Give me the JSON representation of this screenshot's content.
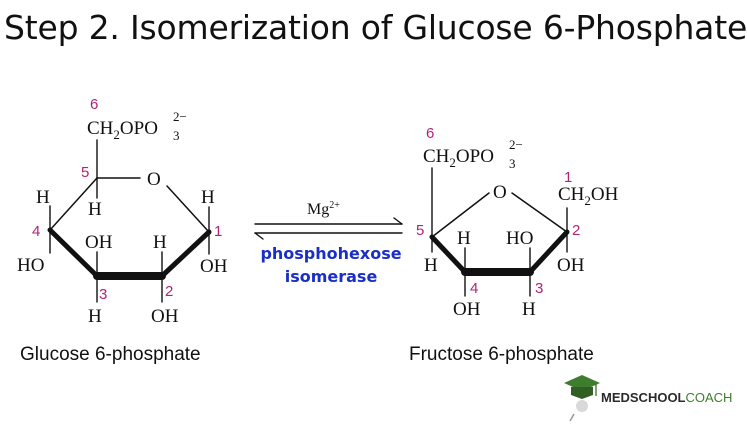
{
  "title": "Step 2. Isomerization of Glucose 6-Phosphate",
  "reaction": {
    "cofactor": "Mg",
    "cofactor_charge": "2+",
    "enzyme_line1": "phosphohexose",
    "enzyme_line2": "isomerase"
  },
  "glucose": {
    "name": "Glucose 6-phosphate",
    "group_ch2": "CH",
    "group_sub2": "2",
    "group_opo": "OPO",
    "group_sub3": "3",
    "group_charge": "2−",
    "ring_o": "O",
    "h": "H",
    "oh": "OH",
    "ho": "HO",
    "c1": "1",
    "c2": "2",
    "c3": "3",
    "c4": "4",
    "c5": "5",
    "c6": "6"
  },
  "fructose": {
    "name": "Fructose 6-phosphate",
    "group_ch2": "CH",
    "group_sub2": "2",
    "group_opo": "OPO",
    "group_sub3": "3",
    "group_charge": "2−",
    "ring_o": "O",
    "ch2oh_a": "CH",
    "ch2oh_sub": "2",
    "ch2oh_b": "OH",
    "h": "H",
    "oh": "OH",
    "ho": "HO",
    "c1": "1",
    "c2": "2",
    "c3": "3",
    "c4": "4",
    "c5": "5",
    "c6": "6"
  },
  "logo": {
    "brand_a": "MEDSCHOOL",
    "brand_b": "COACH",
    "color_a": "#2b2b2b",
    "color_b": "#3f7d2e"
  },
  "colors": {
    "carbon_numbers": "#b0237a",
    "enzyme": "#1a2ec8"
  }
}
